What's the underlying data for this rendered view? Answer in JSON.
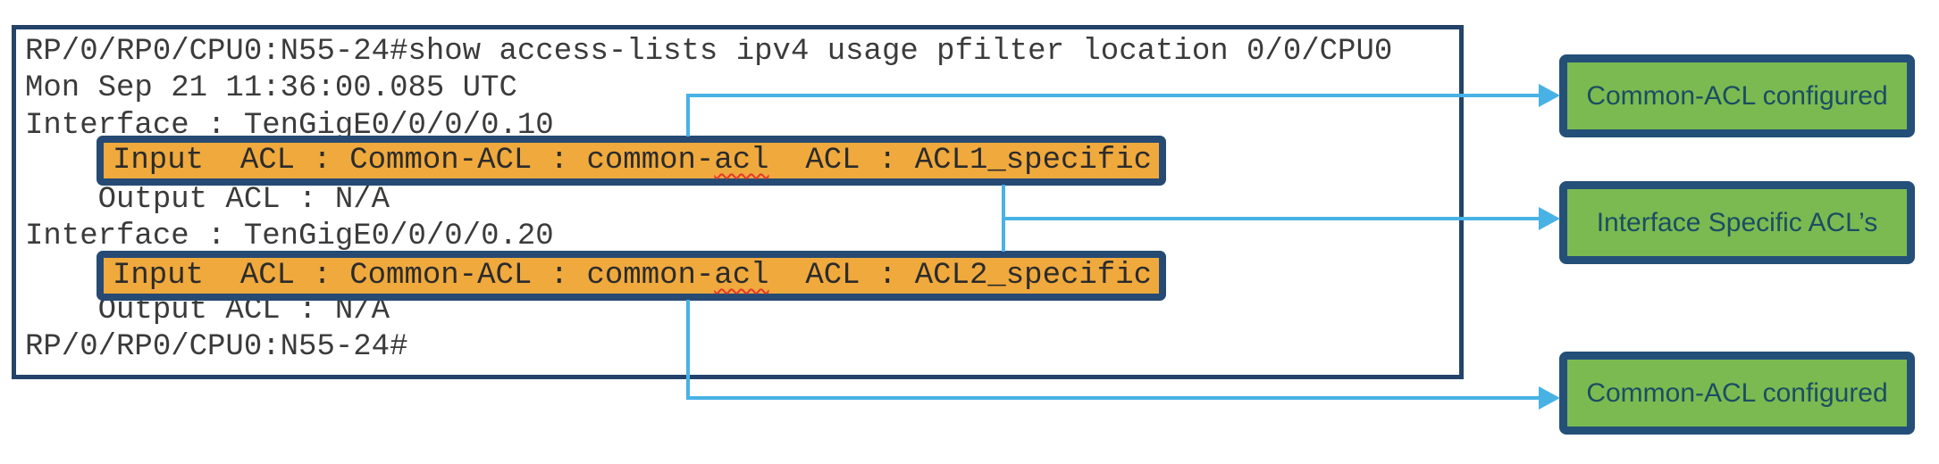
{
  "figure": {
    "description_title": "show access-lists ipv4 usage pfilter output with common and interface-specific ACL callouts"
  },
  "terminal": {
    "lines": [
      {
        "text": "RP/0/RP0/CPU0:N55-24#show access-lists ipv4 usage pfilter location 0/0/CPU0"
      },
      {
        "text": "Mon Sep 21 11:36:00.085 UTC"
      },
      {
        "text": "Interface : TenGigE0/0/0/0.10"
      },
      {
        "pre": "Input  ACL : Common-ACL : common-",
        "misspelled": "acl",
        "post": "  ACL : ACL1_specific",
        "highlighted": true
      },
      {
        "text": "    Output ACL : N/A"
      },
      {
        "text": "Interface : TenGigE0/0/0/0.20"
      },
      {
        "pre": "Input  ACL : Common-ACL : common-",
        "misspelled": "acl",
        "post": "  ACL : ACL2_specific",
        "highlighted": true
      },
      {
        "text": "    Output ACL : N/A"
      },
      {
        "text": "RP/0/RP0/CPU0:N55-24#"
      }
    ]
  },
  "callouts": [
    {
      "label": "Common-ACL configured"
    },
    {
      "label": "Interface Specific ACL’s"
    },
    {
      "label": "Common-ACL configured"
    }
  ],
  "colors": {
    "panel_border_navy": "#24436a",
    "highlight_fill_orange": "#efa93d",
    "highlight_border_navy": "#264a73",
    "callout_fill_green": "#7bba50",
    "callout_border_navy": "#244f79",
    "callout_text_navy": "#1b4d63",
    "connector_blue": "#48b2e5",
    "terminal_text_gray": "#3b3b3b",
    "spellcheck_red": "#e5372e"
  }
}
